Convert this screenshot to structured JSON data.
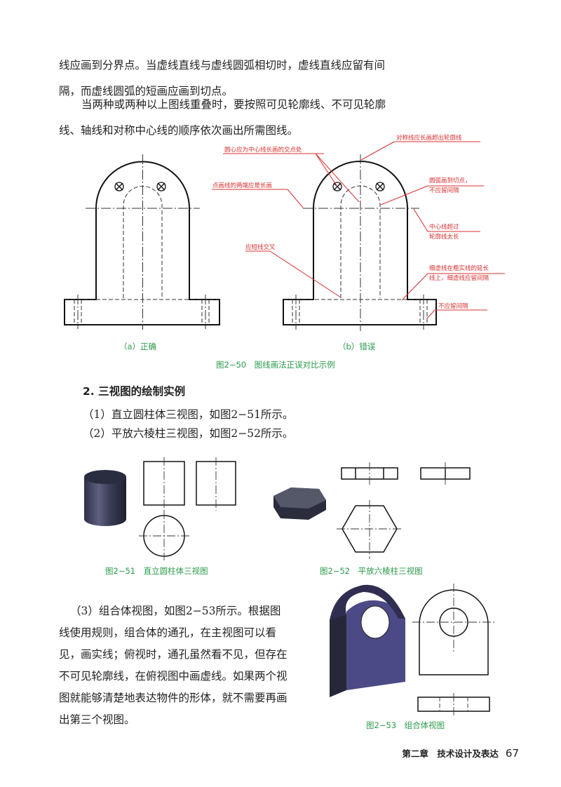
{
  "paragraphs": [
    "线应画到分界点。当虚线直线与虚线圆弧相切时，虚线直线应留有间隔，而虚线圆弧的短画应画到切点。",
    "当两种或两种以上图线重叠时，要按照可见轮廓线、不可见轮廓线、轴线和对称中心线的顺序依次画出所需图线。"
  ],
  "figure_2_50": {
    "sub_a": "（a）正确",
    "sub_b": "（b）错误",
    "caption": "图2−50　图线画法正误对比示例",
    "annotations": {
      "center_intersect": "圆心应为中心线长画的交点处",
      "dash_ends_long": "点画线的两端应是长画",
      "should_cross": "应短线交叉",
      "symmetry_exceed": "对称线应长画超出轮廓线",
      "arc_to_tangent_1": "圆弧画到切点，",
      "arc_to_tangent_2": "不应留间隔",
      "centerline_long_1": "中心线超过",
      "centerline_long_2": "轮廓线太长",
      "dashed_extension_1": "细虚线在粗实线的延长",
      "dashed_extension_2": "线上，细虚线应留间隔",
      "no_gap": "不应留间隔"
    },
    "annotation_color": "#d83030"
  },
  "section_heading": "2. 三视图的绘制实例",
  "list_items": [
    "（1）直立圆柱体三视图，如图2−51所示。",
    "（2）平放六棱柱三视图，如图2−52所示。"
  ],
  "figure_2_51": {
    "caption": "图2−51　直立圆柱体三视图"
  },
  "figure_2_52": {
    "caption": "图2−52　平放六棱柱三视图"
  },
  "item3": "（3）组合体视图，如图2−53所示。根据图线使用规则，组合体的通孔，在主视图可以看见，画实线；俯视时，通孔虽然看不见，但存在不可见轮廓线，在俯视图中画虚线。如果两个视图就能够清楚地表达物件的形体，就不需要再画出第三个视图。",
  "figure_2_53": {
    "caption": "图2−53　组合体视图"
  },
  "footer": {
    "chapter": "第二章　技术设计及表达",
    "page": "67"
  },
  "caption_color": "#2a9a4a"
}
